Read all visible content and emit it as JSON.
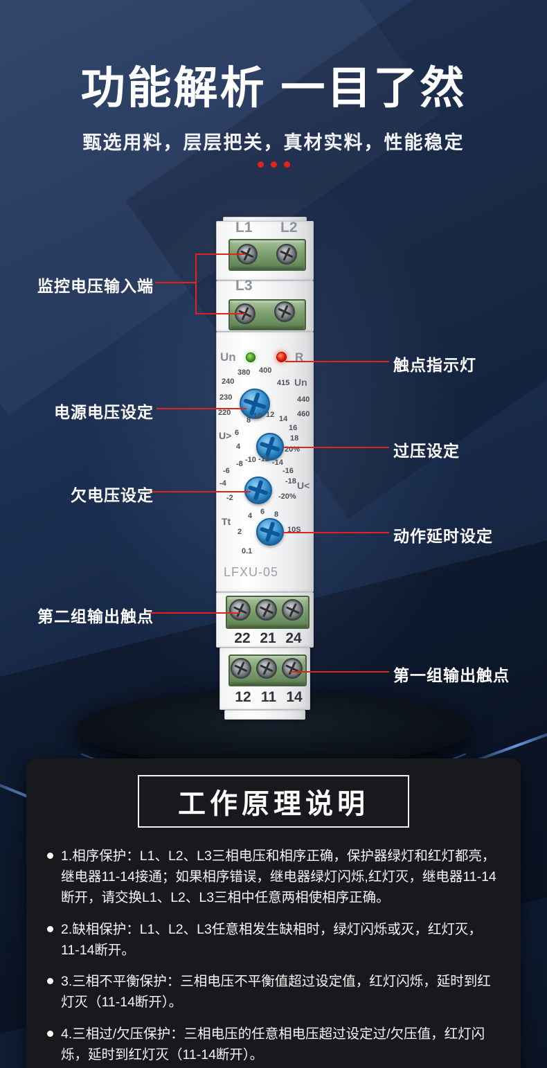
{
  "header": {
    "title": "功能解析 一目了然",
    "subtitle": "甄选用料，层层把关，真材实料，性能稳定"
  },
  "callouts": {
    "left": [
      {
        "label": "监控电压输入端"
      },
      {
        "label": "电源电压设定"
      },
      {
        "label": "欠电压设定"
      },
      {
        "label": "第二组输出触点"
      }
    ],
    "right": [
      {
        "label": "触点指示灯"
      },
      {
        "label": "过压设定"
      },
      {
        "label": "动作延时设定"
      },
      {
        "label": "第一组输出触点"
      }
    ]
  },
  "device": {
    "model": "LFXU-05",
    "input_labels": [
      "L1",
      "L2",
      "L3"
    ],
    "led_row": {
      "left_label": "Un",
      "right_label": "R"
    },
    "dials": [
      {
        "label": "Un",
        "ticks": [
          "380",
          "400",
          "415",
          "240",
          "230",
          "220",
          "440",
          "460"
        ]
      },
      {
        "label": "U>",
        "ticks": [
          "8",
          "10",
          "12",
          "14",
          "16",
          "18",
          "20%",
          "6",
          "4"
        ]
      },
      {
        "label": "U<",
        "ticks": [
          "-8",
          "-10",
          "-12",
          "-14",
          "-16",
          "-18",
          "-20%",
          "-6",
          "-4",
          "-2"
        ]
      },
      {
        "label": "Tt",
        "ticks": [
          "4",
          "6",
          "8",
          "10S",
          "2",
          "0.1"
        ]
      }
    ],
    "output_group2": [
      "22",
      "21",
      "24"
    ],
    "output_group1": [
      "12",
      "11",
      "14"
    ]
  },
  "principle": {
    "title": "工作原理说明",
    "items": [
      "1.相序保护：L1、L2、L3三相电压和相序正确，保护器绿灯和红灯都亮，继电器11-14接通；如果相序错误，继电器绿灯闪烁,红灯灭，继电器11-14断开，请交换L1、L2、L3三相中任意两相使相序正确。",
      "2.缺相保护：L1、L2、L3任意相发生缺相时，绿灯闪烁或灭，红灯灭，11-14断开。",
      "3.三相不平衡保护：三相电压不平衡值超过设定值，红灯闪烁，延时到红灯灭（11-14断开）。",
      "4.三相过/欠压保护：三相电压的任意相电压超过设定过/欠压值，红灯闪烁，延时到红灯灭（11-14断开）。"
    ]
  },
  "colors": {
    "accent_red": "#e3231b",
    "led_green": "#4ea321",
    "led_red": "#e01800",
    "dial_blue": "#2f8ccc",
    "terminal_green": "#7da06f"
  }
}
